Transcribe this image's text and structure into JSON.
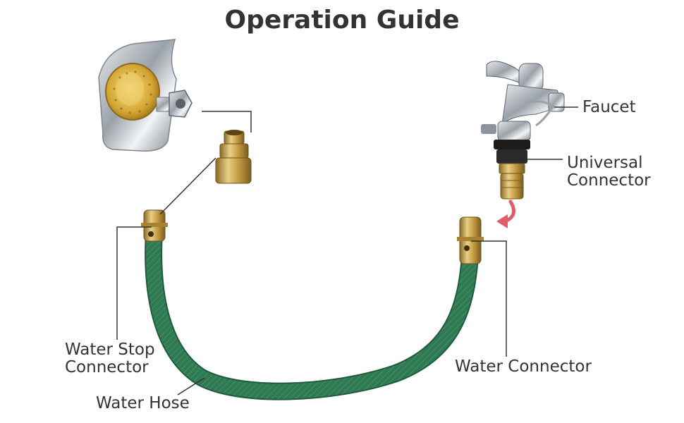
{
  "title": "Operation Guide",
  "labels": {
    "faucet": "Faucet",
    "universal_connector": [
      "Universal",
      "Connector"
    ],
    "water_stop_connector": [
      "Water Stop",
      "Connector"
    ],
    "water_connector": "Water Connector",
    "water_hose": "Water Hose"
  },
  "colors": {
    "text": "#333333",
    "hose": "#2f7a52",
    "brass": "#c9a24a",
    "chrome": "#b9bec4",
    "arrow": "#e15b6a",
    "leader": "#333333"
  }
}
